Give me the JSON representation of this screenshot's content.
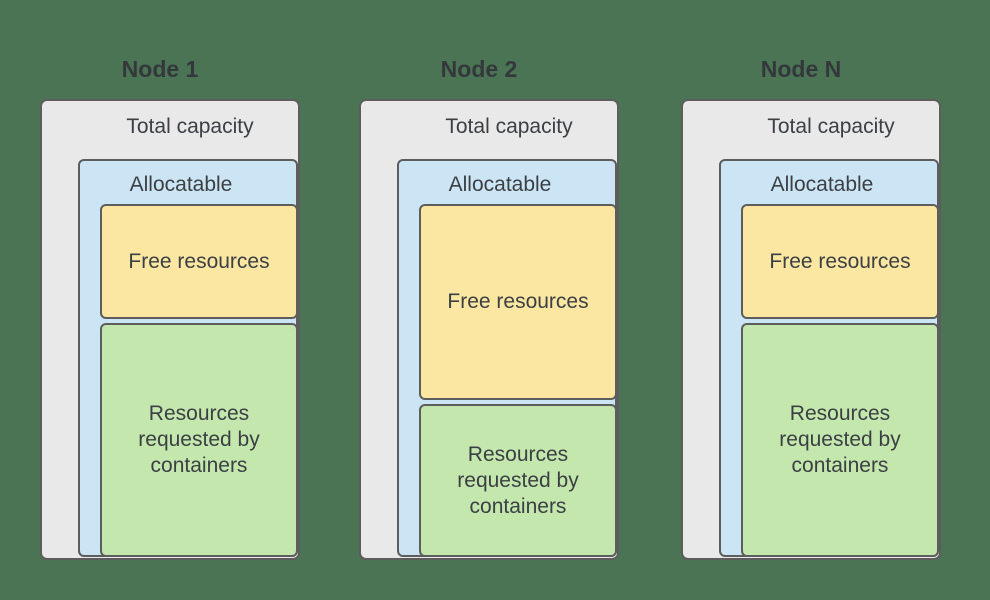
{
  "colors": {
    "background": "#4a7453",
    "node_fill": "#e9e9e9",
    "allocatable_fill": "#cce5f4",
    "free_fill": "#fbe7a2",
    "requested_fill": "#c4e7ad",
    "border": "#5d5d5d",
    "text": "#3c4045",
    "title_text": "#34383c"
  },
  "nodes": [
    {
      "title": "Node 1",
      "total_capacity_label": "Total capacity",
      "allocatable_label": "Allocatable",
      "free_resources_label": "Free resources",
      "requested_label": "Resources requested by containers"
    },
    {
      "title": "Node 2",
      "total_capacity_label": "Total capacity",
      "allocatable_label": "Allocatable",
      "free_resources_label": "Free resources",
      "requested_label": "Resources requested by containers"
    },
    {
      "title": "Node N",
      "total_capacity_label": "Total capacity",
      "allocatable_label": "Allocatable",
      "free_resources_label": "Free resources",
      "requested_label": "Resources requested by containers"
    }
  ]
}
